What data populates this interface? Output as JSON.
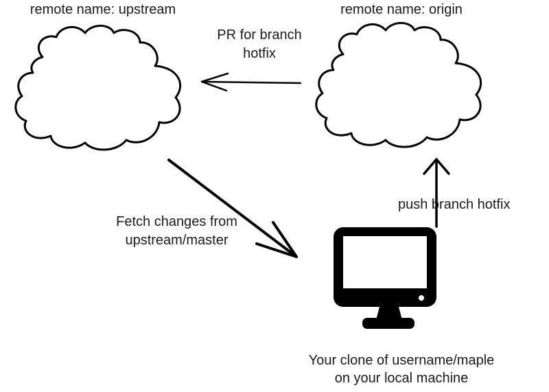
{
  "labels": {
    "upstream": "remote name: upstream",
    "origin": "remote name: origin",
    "pr_line1": "PR for branch",
    "pr_line2": "hotfix",
    "fetch_line1": "Fetch changes from",
    "fetch_line2": "upstream/master",
    "push": "push branch hotfix",
    "clone_line1": "Your clone of username/maple",
    "clone_line2": "on your local machine"
  },
  "icons": {
    "upstream_remote": "cloud-icon",
    "origin_remote": "cloud-icon",
    "local_machine": "computer-monitor-icon"
  },
  "colors": {
    "stroke": "#000000",
    "background": "#ffffff"
  }
}
